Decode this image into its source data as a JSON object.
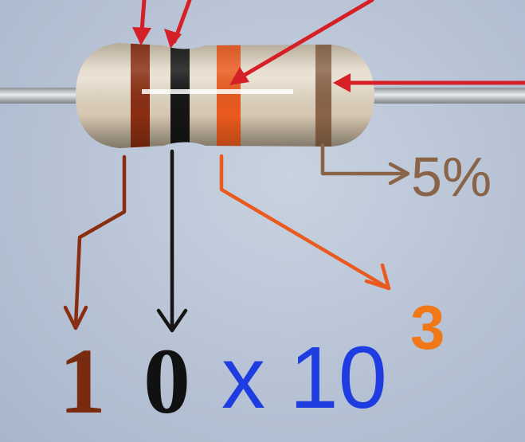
{
  "labels": {
    "digit1": "1",
    "digit2": "0",
    "multiplier_base": "x 10",
    "exponent": "3",
    "tolerance": "5%"
  },
  "colors": {
    "band1": "#8a2e12",
    "band2": "#151515",
    "band3": "#ea5a1e",
    "band4": "#8a6448",
    "pointer_arrows": "#d62028",
    "digit1_text": "#7a2a0e",
    "digit2_text": "#111111",
    "multiplier_text": "#1f3ce0",
    "exponent_text": "#f07818",
    "tolerance_text": "#8a6448",
    "body": "#ddd0bc",
    "wire": "#c3c3c3"
  },
  "icons": [
    "resistor",
    "arrow"
  ]
}
